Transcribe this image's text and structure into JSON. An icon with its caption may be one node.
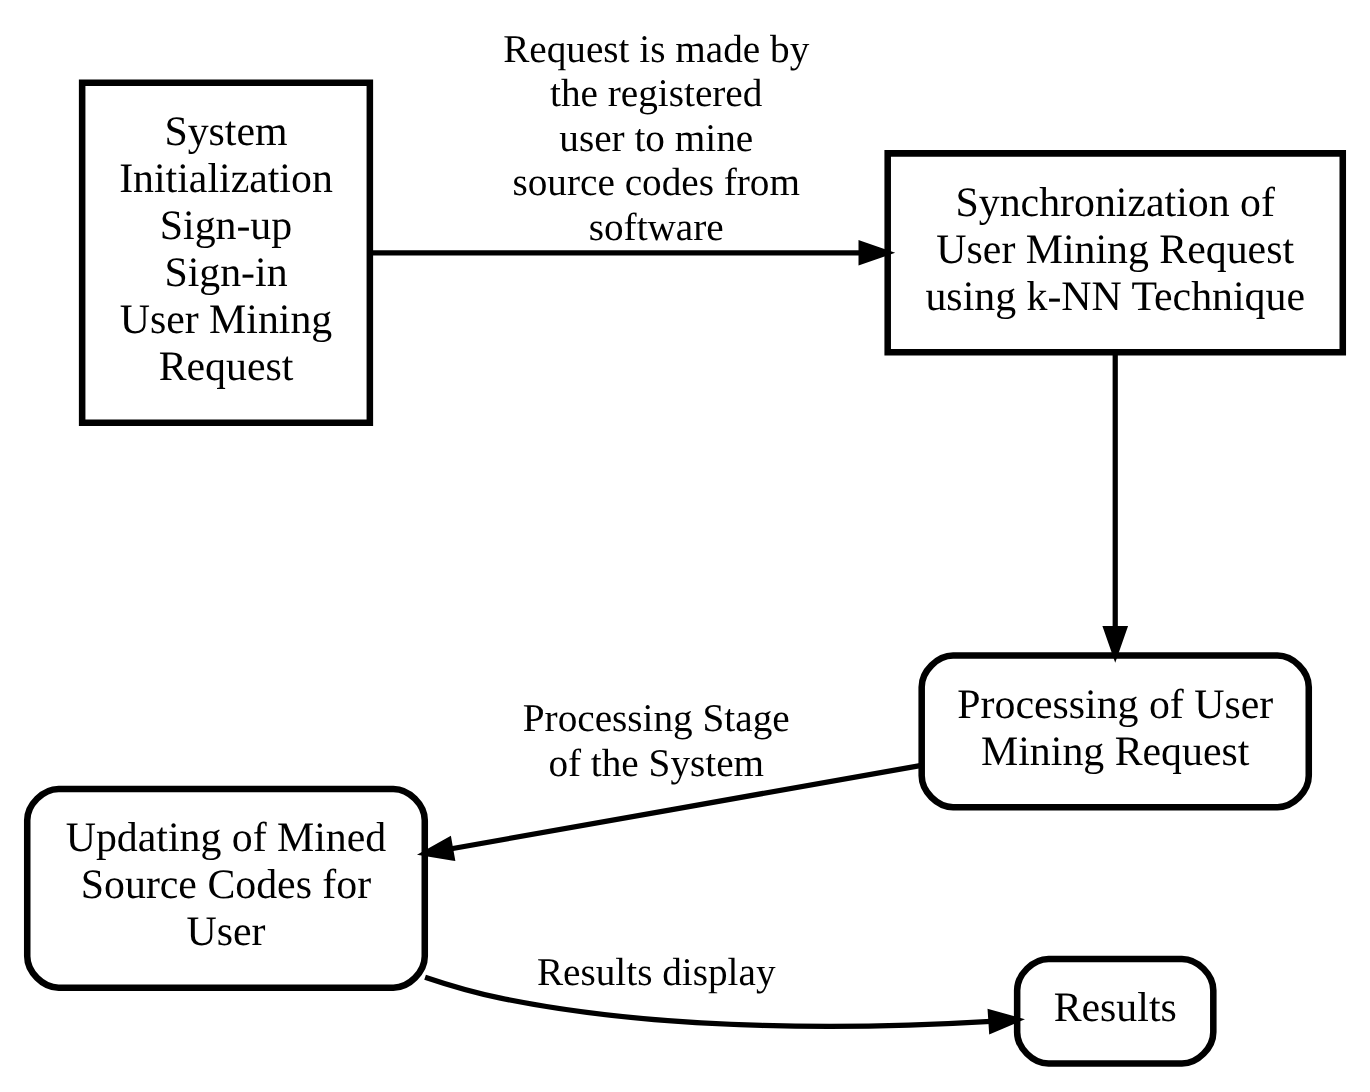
{
  "diagram": {
    "nodes": [
      {
        "text": [
          "System Initialization",
          "Sign-up",
          "Sign-in",
          "User Mining Request"
        ]
      },
      {
        "text": [
          "Synchronization of User Mining Request using k-NN Technique"
        ]
      },
      {
        "text": [
          "Processing of User Mining Request"
        ]
      },
      {
        "text": [
          "Updating of Mined Source Codes for User"
        ]
      },
      {
        "text": [
          "Results"
        ]
      }
    ],
    "edges": [
      {
        "from": 0,
        "to": 1,
        "arrow": "to",
        "label": "Request is made by the registered user to mine source codes from software"
      },
      {
        "from": 1,
        "to": 2,
        "arrow": "to"
      },
      {
        "from": 2,
        "to": 3,
        "arrow": "to",
        "label": "Processing Stage of the System"
      },
      {
        "from": 3,
        "to": 4,
        "arrow": "to",
        "label": "Results display"
      }
    ]
  }
}
